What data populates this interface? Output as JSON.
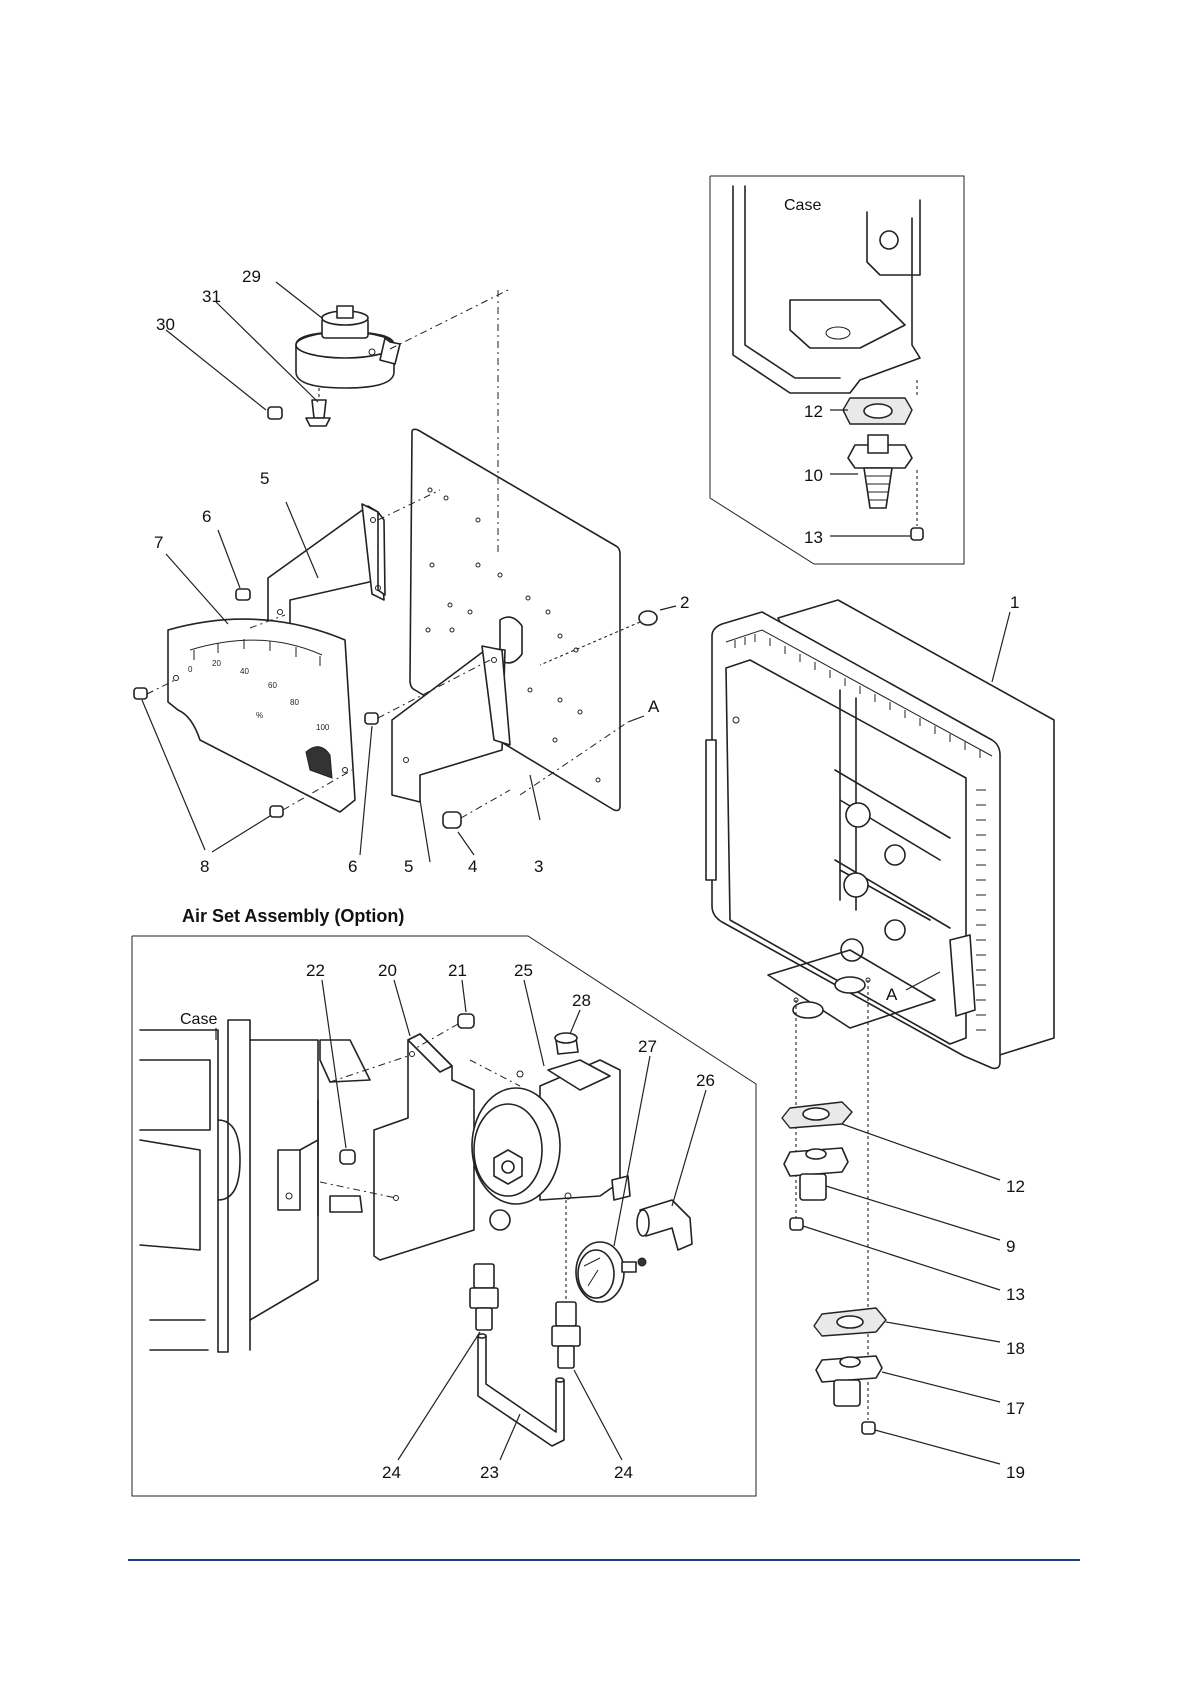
{
  "labels": {
    "case_top": "Case",
    "case_left": "Case",
    "air_set_title": "Air Set Assembly (Option)",
    "view_a_main": "A",
    "view_a_case": "A"
  },
  "parts": {
    "p1": "1",
    "p2": "2",
    "p3": "3",
    "p4": "4",
    "p5_top": "5",
    "p5_bottom": "5",
    "p6_top": "6",
    "p6_bottom": "6",
    "p7": "7",
    "p8": "8",
    "p9": "9",
    "p10": "10",
    "p12_top": "12",
    "p12_bottom": "12",
    "p13_top": "13",
    "p13_bottom": "13",
    "p17": "17",
    "p18": "18",
    "p19": "19",
    "p20": "20",
    "p21": "21",
    "p22": "22",
    "p23": "23",
    "p24_left": "24",
    "p24_right": "24",
    "p25": "25",
    "p26": "26",
    "p27": "27",
    "p28": "28",
    "p29": "29",
    "p30": "30",
    "p31": "31"
  },
  "scale_plate": {
    "ticks": [
      "0",
      "20",
      "40",
      "60",
      "80",
      "100"
    ],
    "unit": "%"
  },
  "colors": {
    "footer_rule": "#1f3f8f",
    "ink": "#222222"
  }
}
